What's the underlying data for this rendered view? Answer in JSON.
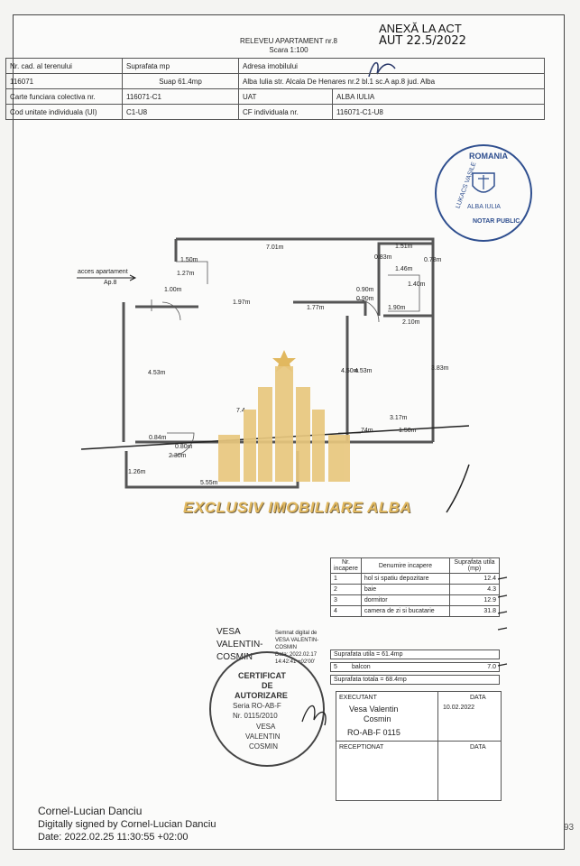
{
  "header": {
    "title": "RELEVEU APARTAMENT nr.8",
    "scale": "Scara 1:100",
    "annex_line1": "ANEXĂ LA ACT",
    "annex_line2": "AUT 22.5/2022"
  },
  "table": {
    "h_cad": "Nr. cad. al terenului",
    "h_surface": "Suprafata mp",
    "h_address": "Adresa imobilului",
    "cad_value": "116071",
    "surface_value": "Suap 61.4mp",
    "address_value": "Alba Iulia str. Alcala De Henares nr.2 bl.1 sc.A ap.8 jud. Alba",
    "cf_col_label": "Carte funciara colectiva nr.",
    "cf_col_value": "116071-C1",
    "uat_label": "UAT",
    "uat_value": "ALBA IULIA",
    "ui_label": "Cod unitate individuala (UI)",
    "ui_value": "C1-U8",
    "cf_ind_label": "CF individuala nr.",
    "cf_ind_value": "116071-C1-U8"
  },
  "plan": {
    "access_label": "acces apartament",
    "access_sub": "Ap.8",
    "dims": [
      "7.01m",
      "1.51m",
      "0.78m",
      "1.46m",
      "1.40m",
      "1.90m",
      "2.10m",
      "0.83m",
      "1.97m",
      "1.77m",
      "0.90m",
      "0.90m",
      "1.00m",
      "1.27m",
      "1.50m",
      "4.53m",
      "4.50m",
      "4.53m",
      "3.83m",
      "3.17m",
      "1.50m",
      "0.80m",
      "2.30m",
      "0.84m",
      "1.26m",
      "5.55m",
      "7.4",
      "74m"
    ]
  },
  "watermark": "EXCLUSIV IMOBILIARE ALBA",
  "rooms": {
    "h_nr": "Nr. incapere",
    "h_name": "Denumire incapere",
    "h_area": "Suprafata utila (mp)",
    "rows": [
      {
        "nr": "1",
        "name": "hol si spatiu depozitare",
        "area": "12.4"
      },
      {
        "nr": "2",
        "name": "baie",
        "area": "4.3"
      },
      {
        "nr": "3",
        "name": "dormitor",
        "area": "12.9"
      },
      {
        "nr": "4",
        "name": "camera de zi si bucatarie",
        "area": "31.8"
      }
    ],
    "useful_label": "Suprafata utila = 61.4mp",
    "balcony_nr": "5",
    "balcony_name": "balcon",
    "balcony_area": "7.0",
    "total_label": "Suprafata totala = 68.4mp"
  },
  "executor": {
    "label": "EXECUTANT",
    "name_line1": "Vesa Valentin",
    "name_line2": "Cosmin",
    "code": "RO-AB-F 0115",
    "date_label": "DATA",
    "date_value": "10.02.2022",
    "receiver_label": "RECEPTIONAT",
    "date_label2": "DATA"
  },
  "signer": {
    "name1": "VESA",
    "name2": "VALENTIN-",
    "name3": "COSMIN",
    "digital_l1": "Semnat digital de",
    "digital_l2": "VESA VALENTIN-",
    "digital_l3": "COSMIN",
    "digital_l4": "Data: 2022.02.17",
    "digital_l5": "14:42:41 +02'00'"
  },
  "cert_stamp": {
    "l1": "CERTIFICAT",
    "l2": "DE",
    "l3": "AUTORIZARE",
    "l4": "Seria RO-AB-F",
    "l5": "Nr. 0115/2010",
    "l6": "VESA",
    "l7": "VALENTIN",
    "l8": "COSMIN"
  },
  "notary_stamp": {
    "l1": "ROMANIA",
    "l2": "LUKACS VASILE",
    "l3": "NOTAR PUBLIC",
    "l4": "ALBA IULIA"
  },
  "footer": {
    "name": "Cornel-Lucian Danciu",
    "signed": "Digitally signed by Cornel-Lucian Danciu",
    "date": "Date: 2022.02.25 11:30:55 +02:00"
  },
  "page_mark": "93",
  "colors": {
    "ink": "#2b3a6a",
    "stamp": "#2f4f8f",
    "gold": "#e1b85f"
  }
}
